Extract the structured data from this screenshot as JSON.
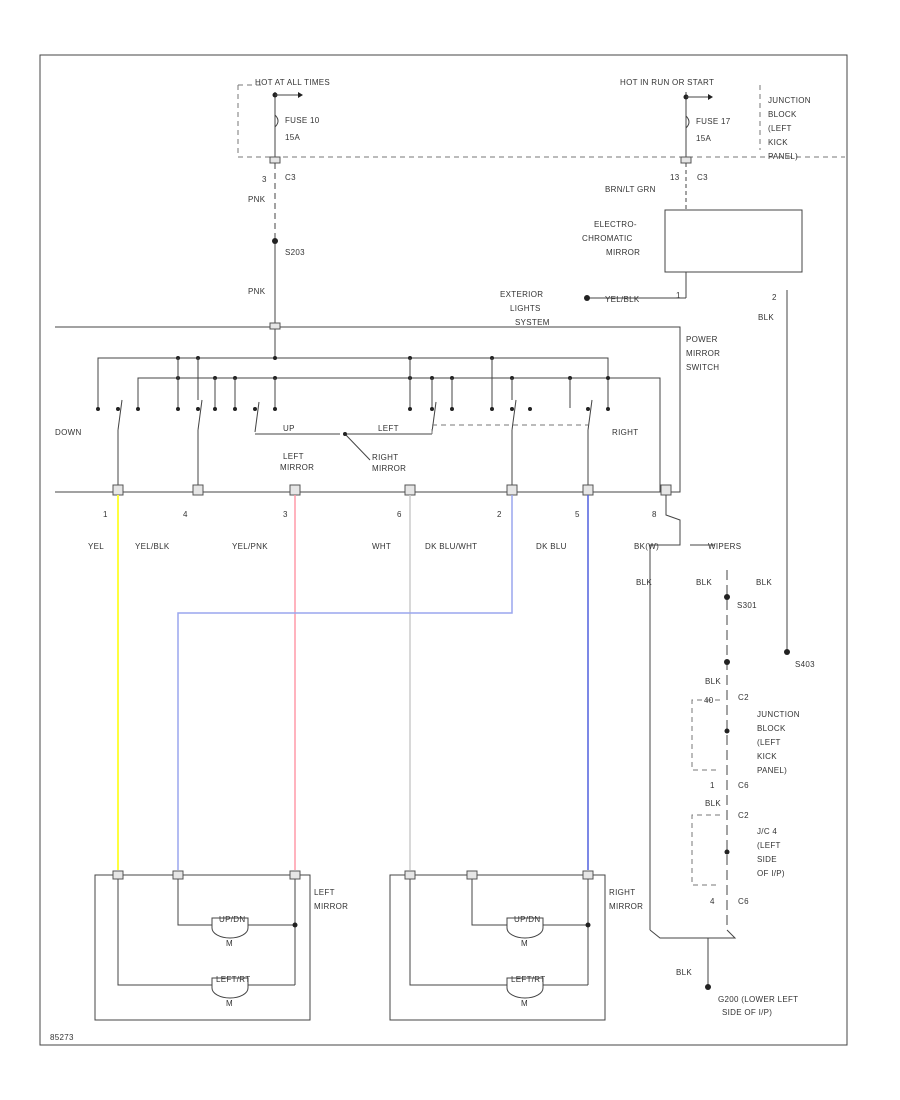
{
  "colors": {
    "YEL": "#ffff40",
    "PNK": "#ff5577",
    "YEL/PNK": "#ff9aa8",
    "WHT": "#cccccc",
    "DK BLU": "#5060dd",
    "DK BLU/WHT": "#9aa6ee",
    "BRN/LT GRN": "#66dd66",
    "line": "#444444"
  },
  "power": {
    "left_hot": "HOT AT ALL TIMES",
    "left_fuse": "FUSE 10",
    "left_fuse_amps": "15A",
    "right_hot": "HOT IN RUN OR START",
    "right_fuse": "FUSE 17",
    "right_fuse_amps": "15A",
    "jb_lines": [
      "JUNCTION",
      "BLOCK",
      "(LEFT",
      "KICK",
      "PANEL)"
    ]
  },
  "labels": {
    "c3_left_pin": "3",
    "c3_left": "C3",
    "c3_right_pin": "13",
    "c3_right": "C3",
    "pnk_1": "PNK",
    "s_splice_top": "S203",
    "pnk_2": "PNK",
    "brn_lt_grn": "BRN/LT GRN",
    "ec_mirror": [
      "ELECTRO-",
      "CHROMATIC",
      "MIRROR"
    ],
    "ec_pin1": "1",
    "ec_pin2": "2",
    "ext_lights": [
      "EXTERIOR",
      "LIGHTS",
      "SYSTEM"
    ],
    "ext_wire": "YEL/BLK",
    "blk_right_top": "BLK",
    "switch_name": [
      "POWER",
      "MIRROR",
      "SWITCH"
    ],
    "down": "DOWN",
    "up": "UP",
    "left": "LEFT",
    "right": "RIGHT",
    "left_mirror": [
      "LEFT",
      "MIRROR"
    ],
    "right_mirror": [
      "RIGHT",
      "MIRROR"
    ],
    "pin_yel": "1",
    "pin_yelblk": "4",
    "pin_yelpnk": "3",
    "pin_wht": "6",
    "pin_dkbluwht": "2",
    "pin_dkblu": "5",
    "pin_gnd": "8",
    "w_yel": "YEL",
    "w_yelblk": "YEL/BLK",
    "w_yelpnk": "YEL/PNK",
    "w_wht": "WHT",
    "w_dkbluwht": "DK BLU/WHT",
    "w_dkblu": "DK BLU",
    "blk_a": "BLK",
    "blk_b": "BLK",
    "blk_c": "BLK",
    "blk_d": "BLK",
    "blk_e": "BLK",
    "blk_bottom": "BLK",
    "sw_blk": "BK(W)",
    "sw_wipers": "WIPERS",
    "s301": "S301",
    "s403": "S403",
    "jb2_lines": [
      "JUNCTION",
      "BLOCK",
      "(LEFT",
      "KICK",
      "PANEL)"
    ],
    "jc_lines": [
      "J/C 4",
      "(LEFT",
      "SIDE",
      "OF I/P)"
    ],
    "pin_40": "40",
    "c2": "C2",
    "pin_1": "1",
    "c6": "C6",
    "pin_4": "4",
    "c6b": "C6",
    "left_mirror_box": [
      "LEFT",
      "MIRROR"
    ],
    "right_mirror_box": [
      "RIGHT",
      "MIRROR"
    ],
    "motor_updown": "UP/DN",
    "motor_leftright": "LEFT/RT",
    "motor_m": "M",
    "g200": [
      "G200 (LOWER LEFT",
      "SIDE OF I/P)"
    ],
    "footer": "85273"
  }
}
